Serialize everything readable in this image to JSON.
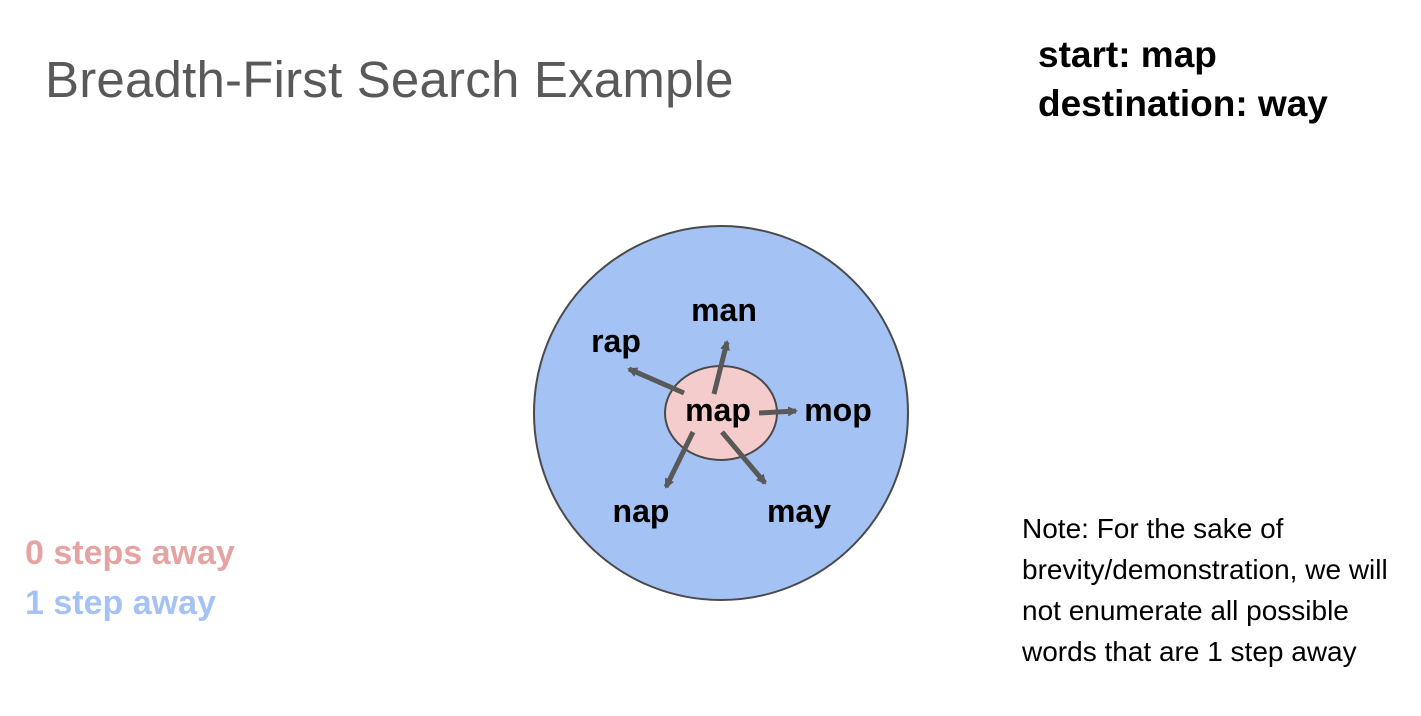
{
  "title": "Breadth-First Search Example",
  "search": {
    "start": "start: map",
    "destination": "destination: way"
  },
  "legend": {
    "zero_steps": "0 steps away",
    "one_step": "1 step away"
  },
  "note": "Note: For the sake of brevity/demonstration, we will not enumerate all possible words that are 1 step away",
  "graph": {
    "center": "map",
    "neighbors": {
      "man": "man",
      "rap": "rap",
      "mop": "mop",
      "nap": "nap",
      "may": "may"
    }
  },
  "colors": {
    "zero_steps": "#f4cccc",
    "one_step": "#a4c2f4",
    "arrow": "#595959"
  }
}
